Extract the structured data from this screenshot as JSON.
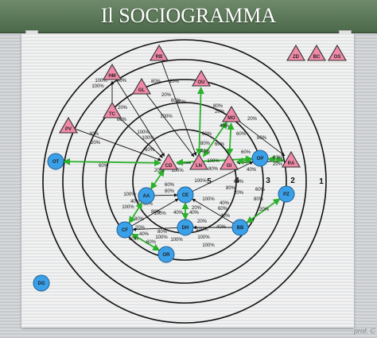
{
  "title": "Il SOCIOGRAMMA",
  "credit": "prof. C",
  "colors": {
    "triangle": "#f08aa8",
    "circle": "#3aa0e8",
    "black_arrow": "#111111",
    "green_arrow": "#2bb02b"
  },
  "ring_labels": [
    "1",
    "2",
    "3",
    "4",
    "5"
  ],
  "legend_triangles": [
    "ZD",
    "BC",
    "OS"
  ],
  "nodes": [
    {
      "id": "RB",
      "shape": "triangle"
    },
    {
      "id": "HM",
      "shape": "triangle"
    },
    {
      "id": "GL",
      "shape": "triangle"
    },
    {
      "id": "TC",
      "shape": "triangle"
    },
    {
      "id": "PV",
      "shape": "triangle"
    },
    {
      "id": "OU",
      "shape": "triangle"
    },
    {
      "id": "MO",
      "shape": "triangle"
    },
    {
      "id": "CD",
      "shape": "triangle"
    },
    {
      "id": "LN",
      "shape": "triangle"
    },
    {
      "id": "GI",
      "shape": "triangle"
    },
    {
      "id": "RA",
      "shape": "triangle"
    },
    {
      "id": "OT",
      "shape": "circle"
    },
    {
      "id": "OP",
      "shape": "circle"
    },
    {
      "id": "AA",
      "shape": "circle"
    },
    {
      "id": "CE",
      "shape": "circle"
    },
    {
      "id": "PZ",
      "shape": "circle"
    },
    {
      "id": "CF",
      "shape": "circle"
    },
    {
      "id": "DH",
      "shape": "circle"
    },
    {
      "id": "BB",
      "shape": "circle"
    },
    {
      "id": "OR",
      "shape": "circle"
    },
    {
      "id": "DG",
      "shape": "circle"
    }
  ],
  "edges": [
    {
      "from": "HM",
      "to": "CD",
      "kind": "black"
    },
    {
      "from": "TC",
      "to": "CD",
      "kind": "black"
    },
    {
      "from": "PV",
      "to": "CD",
      "kind": "black"
    },
    {
      "from": "RB",
      "to": "LN",
      "kind": "black"
    },
    {
      "from": "GL",
      "to": "LN",
      "kind": "black"
    },
    {
      "from": "MO",
      "to": "RA",
      "kind": "black"
    },
    {
      "from": "RA",
      "to": "GI",
      "kind": "black"
    },
    {
      "from": "OU",
      "to": "LN",
      "kind": "black"
    },
    {
      "from": "AA",
      "to": "CE",
      "kind": "black"
    },
    {
      "from": "CF",
      "to": "CE",
      "kind": "black"
    },
    {
      "from": "DH",
      "to": "CE",
      "kind": "black"
    },
    {
      "from": "BB",
      "to": "CE",
      "kind": "black"
    },
    {
      "from": "OR",
      "to": "CF",
      "kind": "black"
    },
    {
      "from": "DH",
      "to": "CF",
      "kind": "black"
    },
    {
      "from": "BB",
      "to": "DH",
      "kind": "black"
    },
    {
      "from": "CE",
      "to": "OP",
      "kind": "black"
    },
    {
      "from": "LN",
      "to": "CD",
      "kind": "black"
    },
    {
      "from": "TC",
      "to": "HM",
      "kind": "black"
    },
    {
      "from": "CD",
      "to": "OT",
      "kind": "green"
    },
    {
      "from": "CD",
      "to": "OP",
      "kind": "green"
    },
    {
      "from": "LN",
      "to": "OU",
      "kind": "green"
    },
    {
      "from": "LN",
      "to": "MO",
      "kind": "green"
    },
    {
      "from": "GI",
      "to": "MO",
      "kind": "green"
    },
    {
      "from": "GI",
      "to": "OP",
      "kind": "green"
    },
    {
      "from": "OP",
      "to": "RA",
      "kind": "green"
    },
    {
      "from": "CD",
      "to": "AA",
      "kind": "green"
    },
    {
      "from": "AA",
      "to": "CF",
      "kind": "green"
    },
    {
      "from": "CF",
      "to": "OR",
      "kind": "green"
    },
    {
      "from": "CE",
      "to": "DH",
      "kind": "green"
    },
    {
      "from": "BB",
      "to": "PZ",
      "kind": "green"
    }
  ],
  "edge_labels": [
    "100%",
    "40%",
    "100%",
    "80%",
    "20%",
    "20%",
    "60%",
    "20%",
    "60%",
    "100%",
    "40%",
    "100%",
    "20%",
    "100%",
    "60%",
    "60%",
    "80%",
    "80%",
    "20%",
    "60%",
    "40%",
    "80%",
    "60%",
    "40%",
    "20%",
    "60%",
    "80%",
    "80%",
    "20%",
    "60%",
    "40%",
    "100%",
    "80%",
    "100%",
    "20%",
    "60%",
    "80%",
    "20%",
    "40%",
    "40%",
    "100%",
    "100%",
    "80%",
    "20%",
    "40%",
    "60%",
    "100%",
    "100%",
    "20%",
    "100%",
    "100%",
    "60%",
    "40%",
    "60%",
    "80%",
    "20%",
    "20%",
    "100%",
    "40%",
    "60%",
    "80%",
    "80%",
    "60%",
    "100%",
    "40%",
    "60%",
    "80%",
    "100%",
    "100%",
    "40%"
  ]
}
